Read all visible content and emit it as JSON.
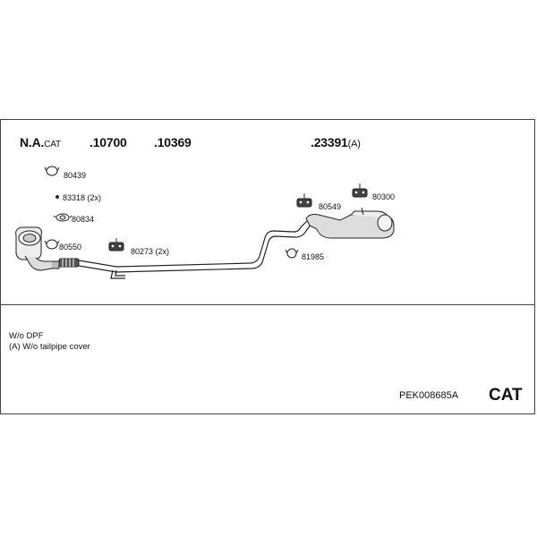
{
  "header": {
    "na_main": "N.A.",
    "na_suffix": "CAT",
    "part_1": ".10700",
    "part_2": ".10369",
    "part_3_main": ".23391",
    "part_3_suffix": "(A)"
  },
  "parts": {
    "p80439": "80439",
    "p83318": "83318 (2x)",
    "p80834": "80834",
    "p80550": "80550",
    "p80273": "80273 (2x)",
    "p80549": "80549",
    "p80300": "80300",
    "p81985": "81985"
  },
  "notes": {
    "line1": "W/o DPF",
    "line2": "(A) W/o tailpipe cover"
  },
  "footer": {
    "code": "PEK008685A",
    "type": "CAT"
  }
}
